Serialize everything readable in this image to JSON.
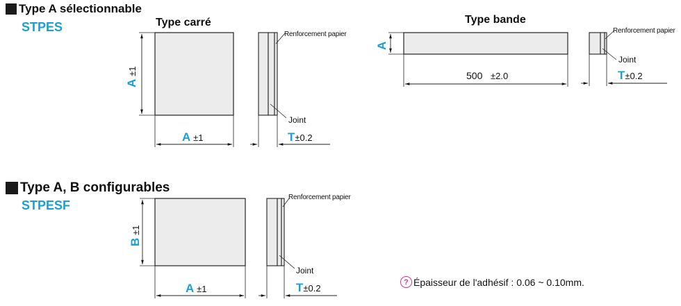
{
  "section_a": {
    "heading": "Type A sélectionnable",
    "code": "STPES",
    "square_title": "Type carré",
    "band_title": "Type bande",
    "height_letter": "A",
    "height_tol": "±1",
    "width_letter": "A",
    "width_tol": "±1",
    "paper_label": "Renforcement papier",
    "joint_label": "Joint",
    "thickness_letter": "T",
    "thickness_tol": "±0.2",
    "band_height_letter": "A",
    "band_length": "500",
    "band_length_tol": "±2.0",
    "band_paper_label": "Renforcement papier",
    "band_joint_label": "Joint",
    "band_thickness_letter": "T",
    "band_thickness_tol": "±0.2"
  },
  "section_b": {
    "heading": "Type A, B configurables",
    "code": "STPESF",
    "height_letter": "B",
    "height_tol": "±1",
    "width_letter": "A",
    "width_tol": "±1",
    "paper_label": "Renforcement papier",
    "joint_label": "Joint",
    "thickness_letter": "T",
    "thickness_tol": "±0.2"
  },
  "note": {
    "icon": "info-icon",
    "text": "Épaisseur de l'adhésif : 0.06 ~ 0.10mm."
  }
}
